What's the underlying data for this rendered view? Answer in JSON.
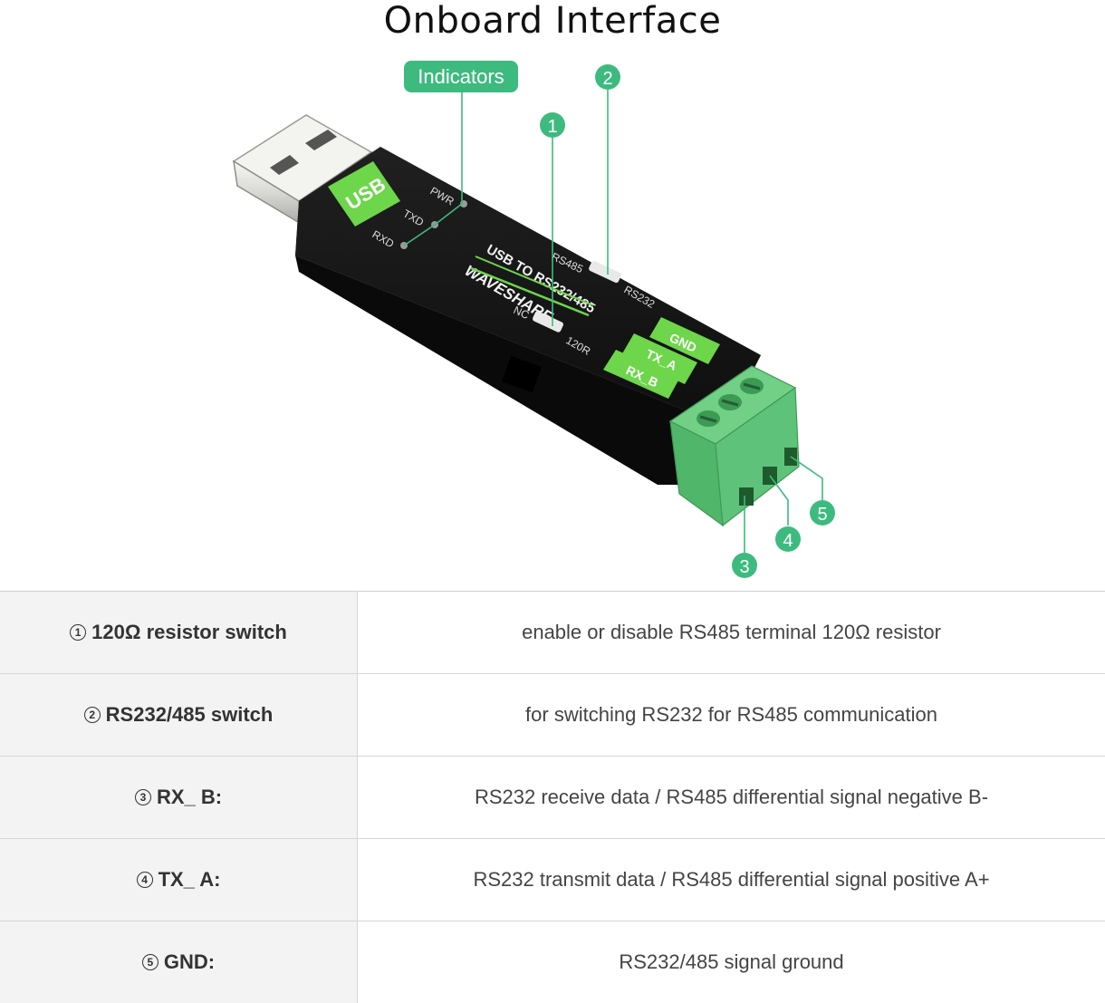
{
  "title": "Onboard Interface",
  "callouts": {
    "indicators": "Indicators",
    "n1": "1",
    "n2": "2",
    "n3": "3",
    "n4": "4",
    "n5": "5"
  },
  "device": {
    "usb_label": "USB",
    "pwr": "PWR",
    "txd": "TXD",
    "rxd": "RXD",
    "product": "USB TO RS232/485",
    "brand": "WAVESHARE",
    "rs485": "RS485",
    "rs232": "RS232",
    "nc": "NC",
    "r120": "120R",
    "gnd": "GND",
    "tx_a": "TX_A",
    "rx_b": "RX_B"
  },
  "table": {
    "rows": [
      {
        "num": "1",
        "name": "120Ω resistor switch",
        "desc": "enable or disable RS485 terminal 120Ω resistor"
      },
      {
        "num": "2",
        "name": "RS232/485 switch",
        "desc": "for switching RS232 for RS485 communication"
      },
      {
        "num": "3",
        "name": "RX_ B:",
        "desc": "RS232 receive data / RS485 differential signal negative B-"
      },
      {
        "num": "4",
        "name": "TX_ A:",
        "desc": "RS232 transmit data / RS485 differential signal positive A+"
      },
      {
        "num": "5",
        "name": "GND:",
        "desc": "RS232/485 signal ground"
      }
    ]
  },
  "colors": {
    "callout_green": "#3dbb7f",
    "terminal_green": "#5fc27a",
    "label_green": "#6dd64a",
    "body_black": "#1d1d1d"
  }
}
